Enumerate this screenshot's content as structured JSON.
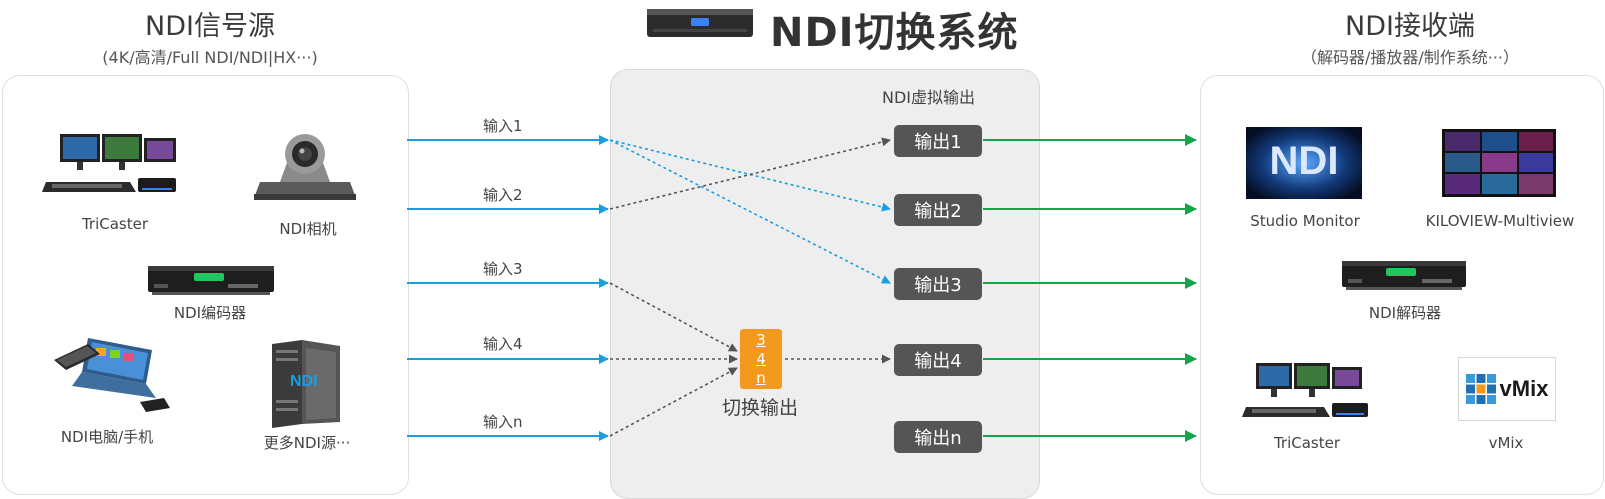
{
  "source": {
    "title": "NDI信号源",
    "subtitle": "(4K/高清/Full NDI/NDI|HX···)",
    "devices": {
      "tricaster": "TriCaster",
      "camera": "NDI相机",
      "encoder": "NDI编码器",
      "pc": "NDI电脑/手机",
      "more": "更多NDI源···"
    }
  },
  "switcher": {
    "title": "NDI切换系统",
    "virtual_output_label": "NDI虚拟输出",
    "inputs": [
      "输入1",
      "输入2",
      "输入3",
      "输入4",
      "输入n"
    ],
    "outputs": [
      "输出1",
      "输出2",
      "输出3",
      "输出4",
      "输出n"
    ],
    "switch_numbers": [
      "3",
      "4",
      "n"
    ],
    "switch_label": "切换输出"
  },
  "receiver": {
    "title": "NDI接收端",
    "subtitle": "（解码器/播放器/制作系统···）",
    "devices": {
      "studio_monitor": "Studio Monitor",
      "multiview": "KILOVIEW-Multiview",
      "decoder": "NDI解码器",
      "tricaster": "TriCaster",
      "vmix": "vMix"
    },
    "ndi_logo_text": "NDI",
    "vmix_logo_text": "vMix"
  },
  "colors": {
    "input_line": "#1a9ee0",
    "output_line": "#16a34a",
    "dotted_route": "#555555",
    "output_box": "#555555",
    "switch_box": "#f39a1e"
  }
}
